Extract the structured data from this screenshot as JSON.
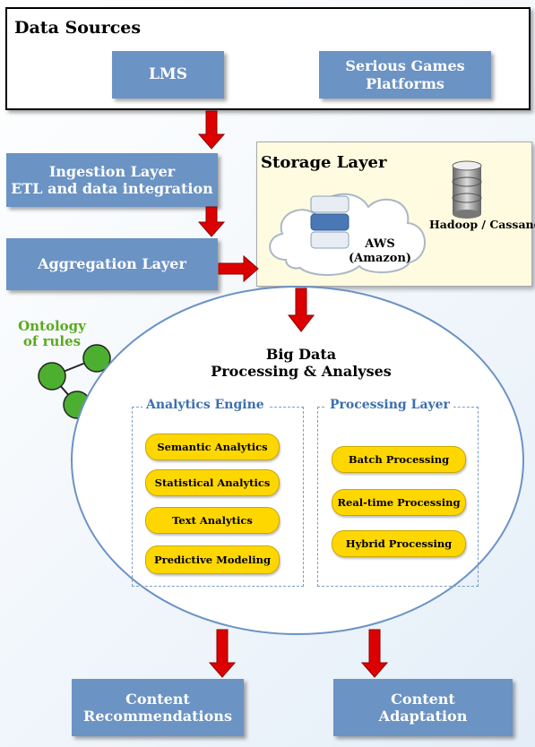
{
  "data_sources": {
    "title": "Data Sources",
    "items": [
      "LMS",
      "Serious Games\nPlatforms"
    ]
  },
  "ingestion": {
    "line1": "Ingestion Layer",
    "line2": "ETL and data integration"
  },
  "aggregation": {
    "label": "Aggregation Layer"
  },
  "storage": {
    "title": "Storage Layer",
    "aws": "AWS\n(Amazon)",
    "hadoop": "Hadoop / Cassandra"
  },
  "ontology": {
    "label": "Ontology\nof rules"
  },
  "big_data": {
    "title": "Big Data\nProcessing & Analyses"
  },
  "analytics_engine": {
    "title": "Analytics Engine",
    "items": [
      "Semantic Analytics",
      "Statistical Analytics",
      "Text Analytics",
      "Predictive Modeling"
    ]
  },
  "processing_layer": {
    "title": "Processing Layer",
    "items": [
      "Batch Processing",
      "Real-time Processing",
      "Hybrid Processing"
    ]
  },
  "outputs": {
    "recommendations": "Content\nRecommendations",
    "adaptation": "Content\nAdaptation"
  },
  "colors": {
    "box": "#6b93c4",
    "arrow": "#dd0000",
    "pill": "#ffd700",
    "node": "#4caf30",
    "ontology_text": "#5aaa1e"
  }
}
